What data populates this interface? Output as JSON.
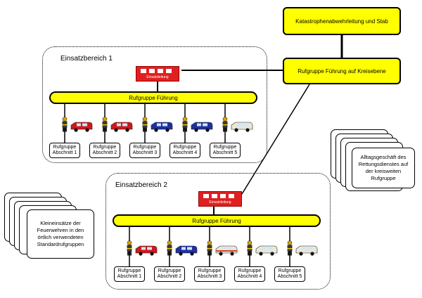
{
  "top_box": "Katastrophenabwehrleitung und Stab",
  "kreis_box": "Rufgruppe Führung auf Kreisebene",
  "area1": {
    "title": "Einsatzbereich 1",
    "truck_label": "Einsatzleitung",
    "bar_label": "Rufgruppe Führung",
    "sections": [
      [
        "Rufgruppe",
        "Abschnitt 1"
      ],
      [
        "Rufgruppe",
        "Abschnitt 2"
      ],
      [
        "Rufgruppe",
        "Abschnitt 3"
      ],
      [
        "Rufgruppe",
        "Abschnitt 4"
      ],
      [
        "Rufgruppe",
        "Abschnitt 5"
      ]
    ]
  },
  "area2": {
    "title": "Einsatzbereich 2",
    "truck_label": "Einsatzleitung",
    "bar_label": "Rufgruppe Führung",
    "sections": [
      [
        "Rufgruppe",
        "Abschnitt 1"
      ],
      [
        "Rufgruppe",
        "Abschnitt 2"
      ],
      [
        "Rufgruppe",
        "Abschnitt 3"
      ],
      [
        "Rufgruppe",
        "Abschnitt 4"
      ],
      [
        "Rufgruppe",
        "Abschnitt 5"
      ]
    ]
  },
  "left_stack": "Kleineinsätze der Feuerwehren in den örtlich verwendeten Standardrufgruppen",
  "right_stack": "Alltagsgeschäft des Rettungsdienstes auf der kreisweiten Rufgruppe",
  "colors": {
    "box_fill": "#ffff00",
    "truck_red": "#e02020",
    "vehicle_red": "#d01818",
    "vehicle_blue": "#2030a0",
    "vehicle_white": "#e8e8d8"
  }
}
